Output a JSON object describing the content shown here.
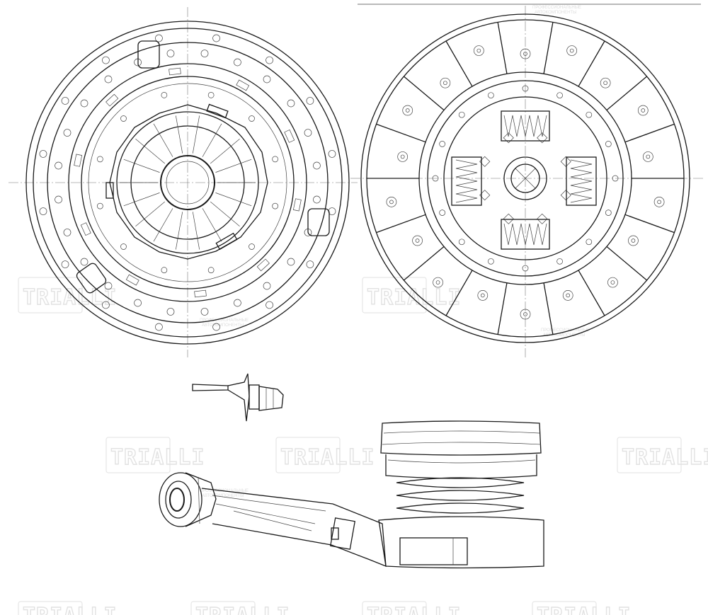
{
  "watermark": {
    "brand": "TRIALLI",
    "tagline_line1": "ПРОФЕССИОНАЛЬНЫЕ",
    "tagline_line2": "АВТОКОМПОНЕНТЫ"
  },
  "components": {
    "pressure_plate": "clutch-pressure-plate",
    "clutch_disc": "clutch-disc",
    "bleed_screw": "bleed-screw",
    "release_bearing": "concentric-slave-cylinder"
  },
  "colors": {
    "line": "#1a1a1a",
    "watermark": "#e2e2e2",
    "background": "#ffffff"
  }
}
